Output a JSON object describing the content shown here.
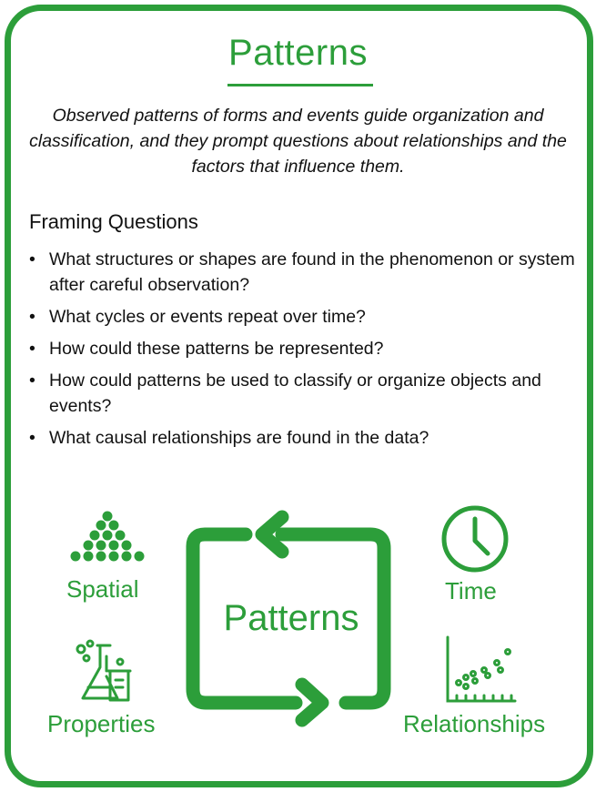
{
  "title": "Patterns",
  "intro": "Observed patterns of forms and events guide organization and classification, and they prompt questions about relationships and the factors that influence them.",
  "framing": {
    "heading": "Framing Questions",
    "questions": [
      "What structures or shapes are found in the phenomenon or system after careful observation?",
      "What cycles or events repeat over time?",
      "How could these patterns be represented?",
      "How could patterns be used to classify or organize objects and events?",
      "What causal relationships are found in the data?"
    ]
  },
  "graphic": {
    "center_label": "Patterns",
    "spatial": "Spatial",
    "time": "Time",
    "properties": "Properties",
    "relationships": "Relationships"
  },
  "icons": {
    "spatial": "dot-triangle-icon",
    "time": "clock-icon",
    "properties": "lab-flask-icon",
    "relationships": "scatter-plot-icon",
    "cycle": "cycle-arrows-icon"
  },
  "colors": {
    "accent": "#2c9e3a",
    "text": "#111111"
  }
}
